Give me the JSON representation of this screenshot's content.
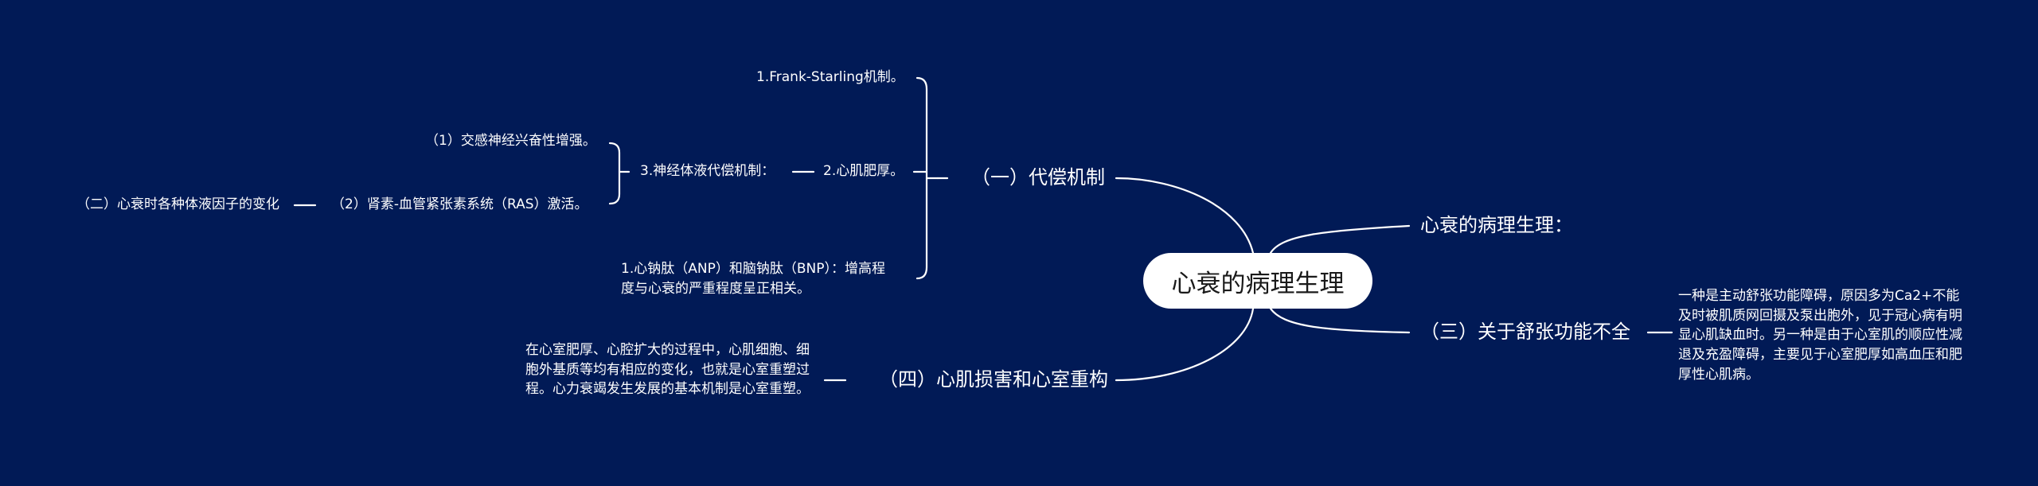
{
  "root": {
    "label": "心衰的病理生理"
  },
  "right_branches": {
    "b1": {
      "label": "心衰的病理生理："
    },
    "b3": {
      "label": "（三）关于舒张功能不全",
      "detail": "一种是主动舒张功能障碍，原因多为Ca2+不能及时被肌质网回摄及泵出胞外，见于冠心病有明显心肌缺血时。另一种是由于心室肌的顺应性减退及充盈障碍，主要见于心室肥厚如高血压和肥厚性心肌病。"
    }
  },
  "left_branches": {
    "b1": {
      "label": "（一）代偿机制",
      "children": {
        "frank": "1.Frank-Starling机制。",
        "neuro": "3.神经体液代偿机制：",
        "neuro_children": {
          "sympathetic": "（1）交感神经兴奋性增强。",
          "ras": "（2）肾素-血管紧张素系统（RAS）激活。",
          "ras_child": "（二）心衰时各种体液因子的变化"
        },
        "hypertrophy": "2.心肌肥厚。",
        "anp": "1.心钠肽（ANP）和脑钠肽（BNP）：增高程度与心衰的严重程度呈正相关。"
      }
    },
    "b4": {
      "label": "（四）心肌损害和心室重构",
      "detail": "在心室肥厚、心腔扩大的过程中，心肌细胞、细胞外基质等均有相应的变化，也就是心室重塑过程。心力衰竭发生发展的基本机制是心室重塑。"
    }
  },
  "colors": {
    "background": "#011a56",
    "line": "#ffffff",
    "root_fill": "#ffffff",
    "root_text": "#1a1a1a"
  }
}
